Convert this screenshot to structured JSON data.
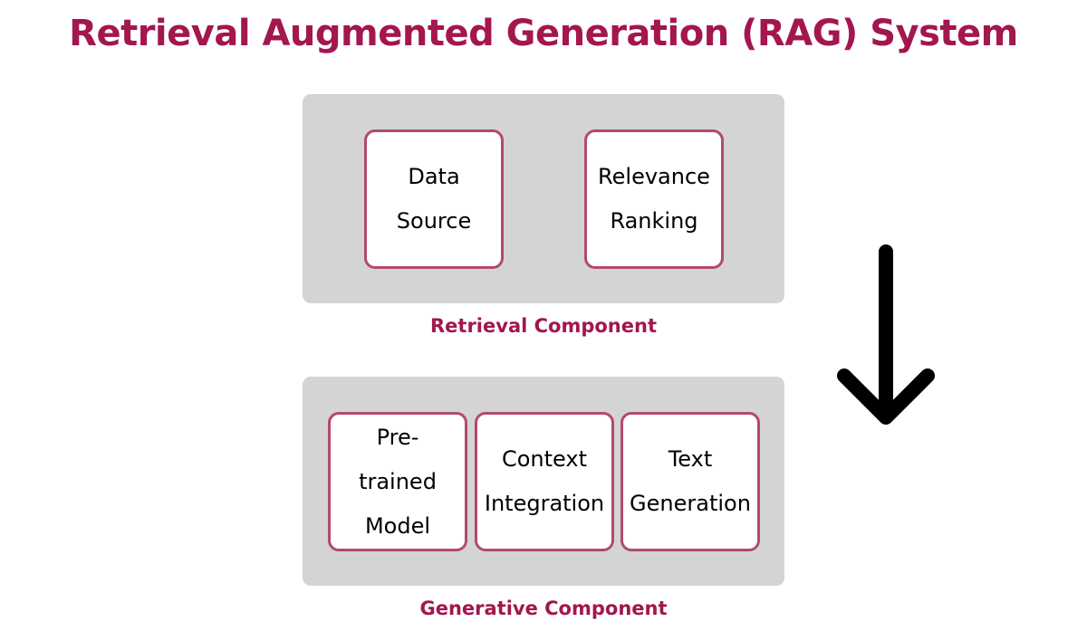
{
  "title": "Retrieval Augmented Generation (RAG) System",
  "colors": {
    "accent": "#a3164e",
    "box_border": "#b14a6f",
    "panel_bg": "#d4d4d4",
    "arrow": "#000000"
  },
  "retrieval": {
    "caption": "Retrieval Component",
    "boxes": [
      {
        "label": "Data\nSource"
      },
      {
        "label": "Relevance\nRanking"
      }
    ]
  },
  "generative": {
    "caption": "Generative Component",
    "boxes": [
      {
        "label": "Pre-\ntrained\nModel"
      },
      {
        "label": "Context\nIntegration"
      },
      {
        "label": "Text\nGeneration"
      }
    ]
  },
  "flow_arrow": {
    "icon": "arrow-down-icon",
    "direction": "down"
  }
}
